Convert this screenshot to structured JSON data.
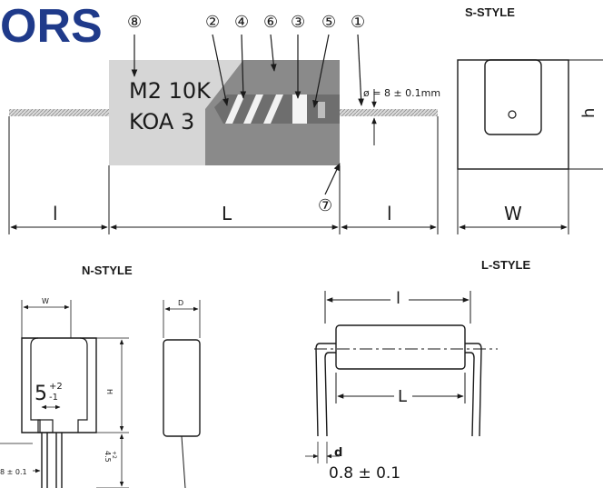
{
  "header": {
    "title_fragment": "ORS",
    "title_color": "#1f3a8a"
  },
  "callouts": [
    "⑧",
    "②",
    "④",
    "⑥",
    "③",
    "⑤",
    "①",
    "⑦"
  ],
  "top_diagram": {
    "marking_line1": "M2 10K",
    "marking_line2": "KOA 3",
    "lead_dim": "ø = 8 ± 0.1mm",
    "dim_l_left": "l",
    "dim_L": "L",
    "dim_l_right": "l"
  },
  "s_style": {
    "title": "S-STYLE",
    "dim_w": "W",
    "dim_h": "h"
  },
  "n_style": {
    "title": "N-STYLE",
    "dim_w": "W",
    "dim_d": "D",
    "dim_h": "H",
    "pitch_main": "5",
    "pitch_sup": "+2",
    "pitch_sub": "-1",
    "lead_len": "4.5",
    "lead_len_tol": "+2",
    "lead_dia": "8 ± 0.1"
  },
  "l_style": {
    "title": "L-STYLE",
    "dim_l": "l",
    "dim_L": "L",
    "dim_d": "d",
    "lead_dia": "0.8 ± 0.1"
  },
  "colors": {
    "ink": "#1a1a1a",
    "body_gray": "#d6d6d6",
    "band_dark": "#6e6e6e",
    "band_light": "#f2f2f2"
  }
}
